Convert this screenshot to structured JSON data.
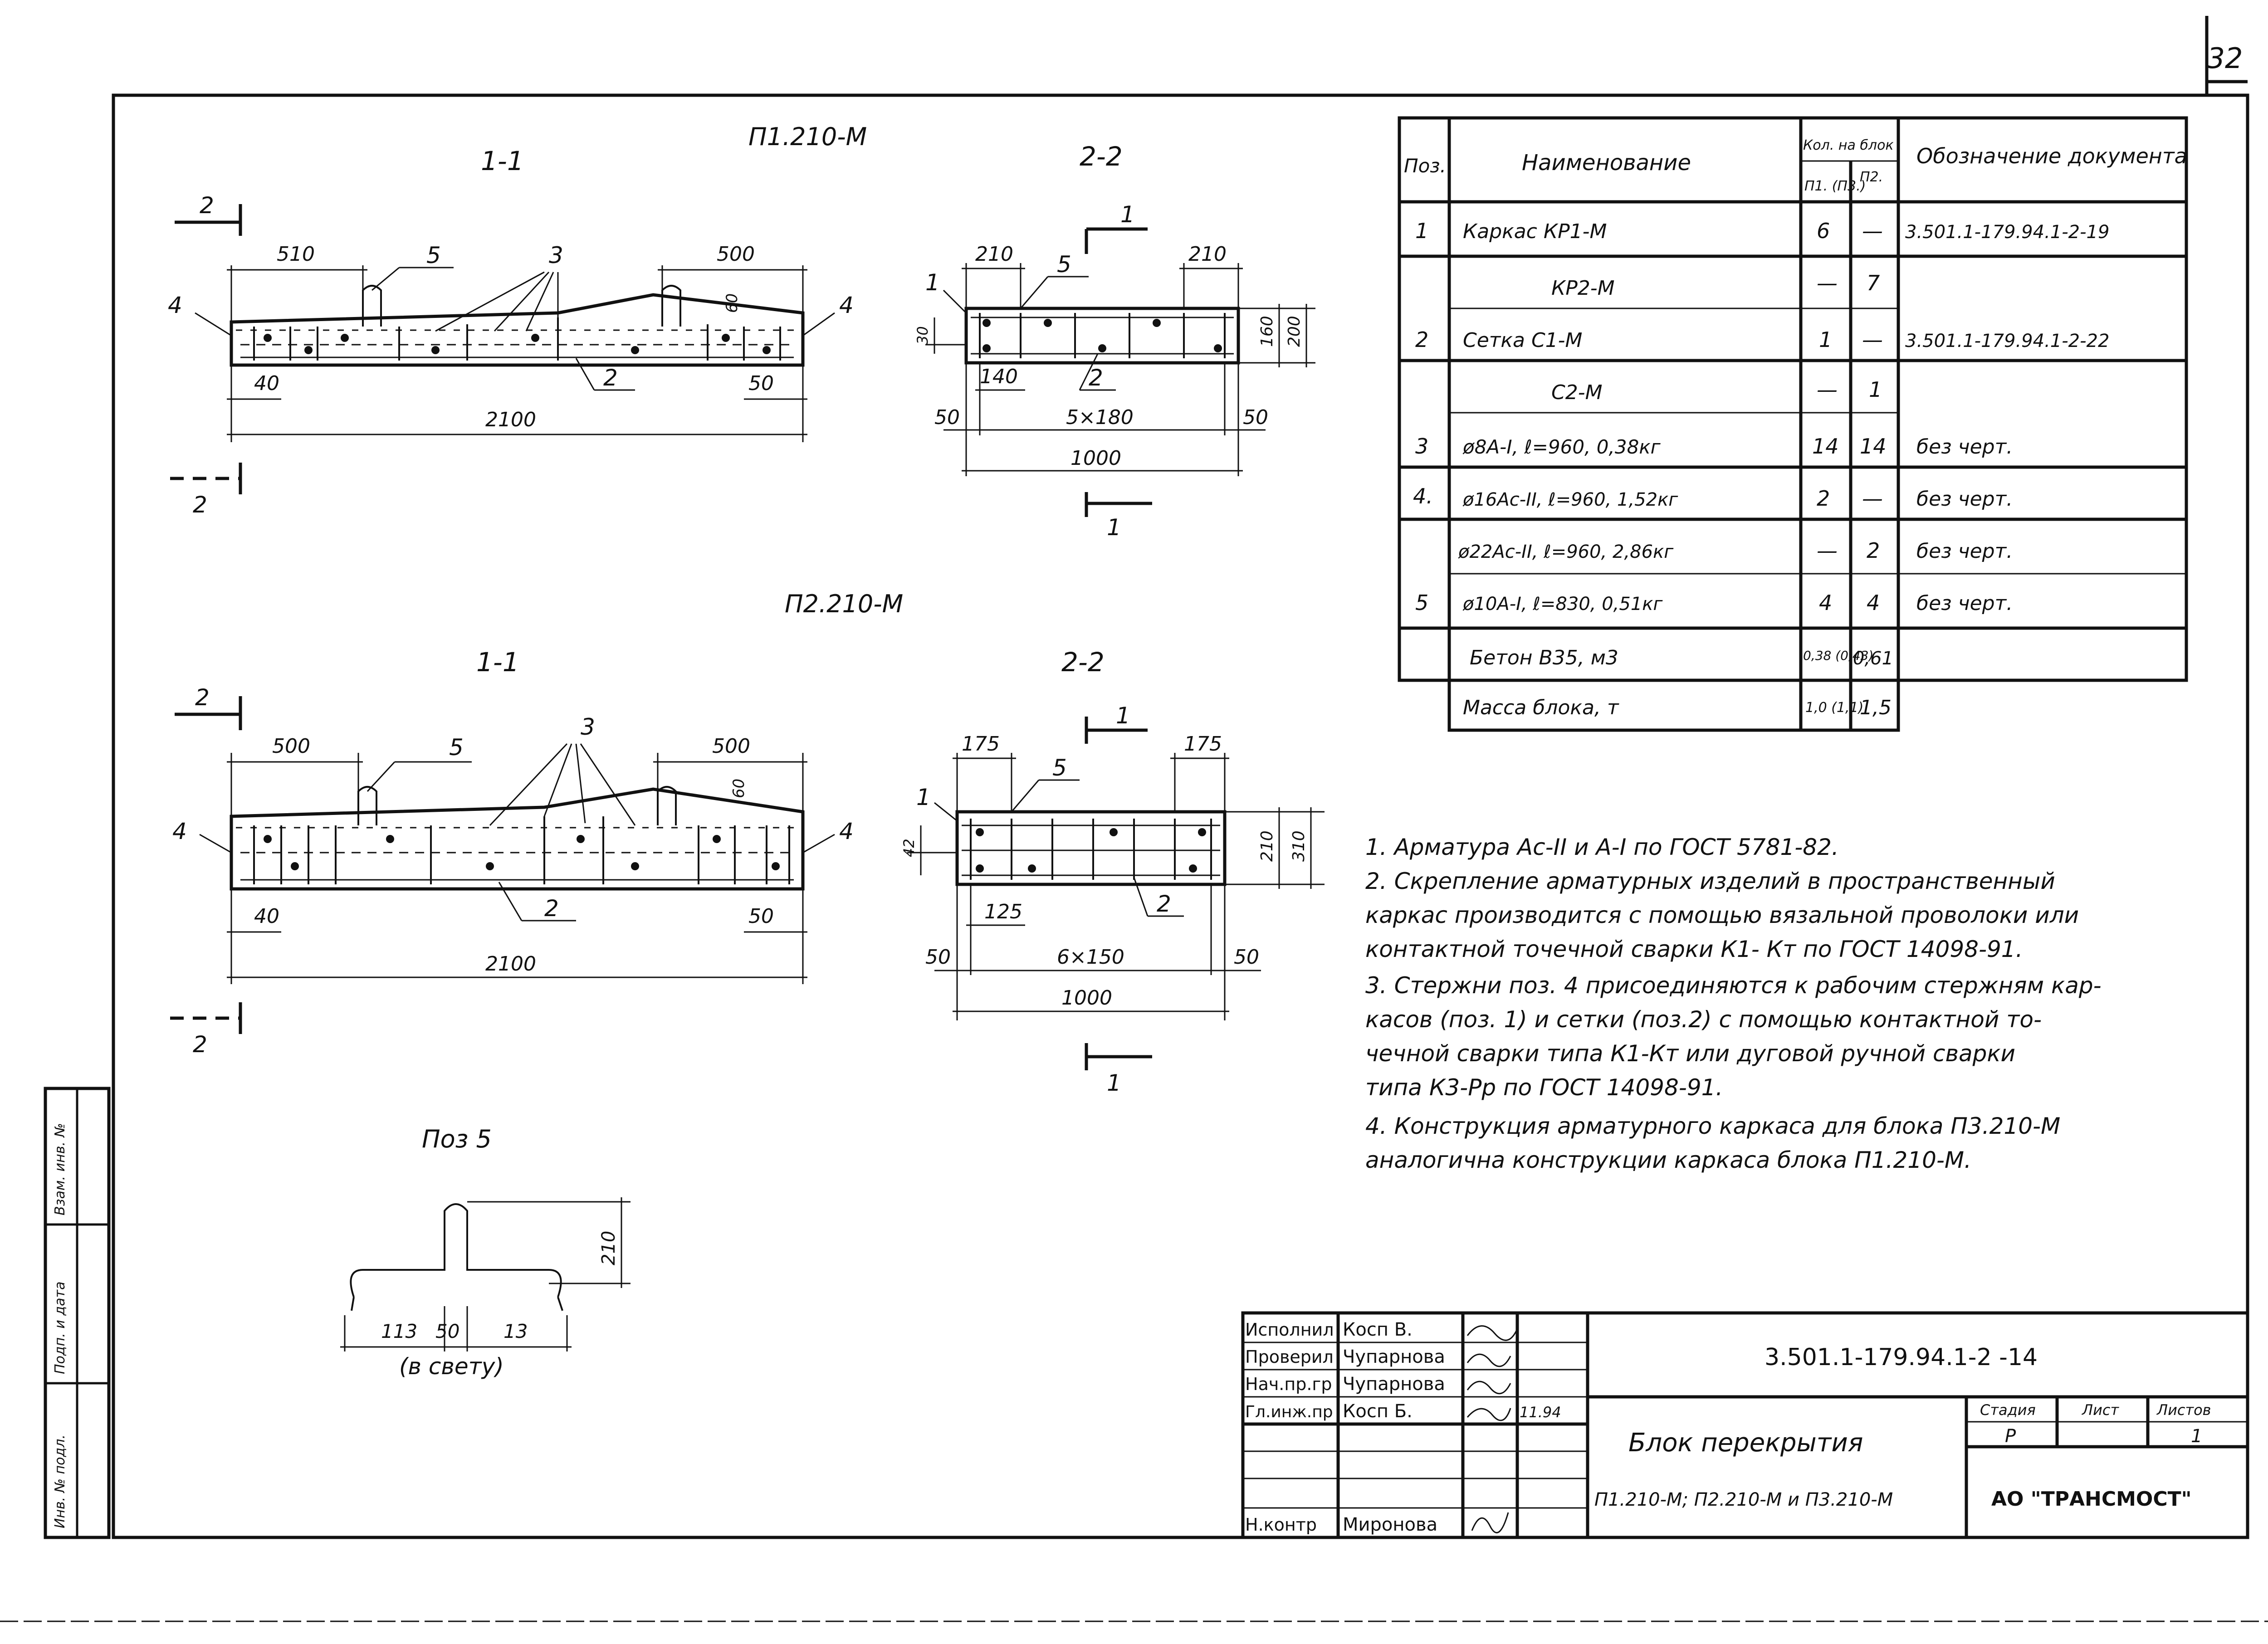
{
  "page_number": "32",
  "drawing_p1": {
    "title": "П1.210-М",
    "section_11": "1-1",
    "section_22": "2-2",
    "cut_label": "2",
    "dims_11": {
      "left_top": "510",
      "right_top": "500",
      "dim_60": "60",
      "left_bottom": "40",
      "right_bottom": "50",
      "total": "2100"
    },
    "callouts_11": {
      "p5": "5",
      "p3": "3",
      "p4": "4",
      "p2": "2"
    },
    "dims_22": {
      "left_top": "210",
      "right_top": "210",
      "height_inner": "160",
      "height_total": "200",
      "cover": "30",
      "first": "140",
      "pitch": "5×180",
      "edge_left": "50",
      "edge_right": "50",
      "width": "1000"
    },
    "callouts_22": {
      "p1": "1",
      "p5": "5",
      "p2": "2"
    },
    "section_mark": "1"
  },
  "drawing_p2": {
    "title": "П2.210-М",
    "section_11": "1-1",
    "section_22": "2-2",
    "cut_label": "2",
    "dims_11": {
      "left_top": "500",
      "right_top": "500",
      "dim_60": "60",
      "left_bottom": "40",
      "right_bottom": "50",
      "total": "2100"
    },
    "callouts_11": {
      "p5": "5",
      "p3": "3",
      "p4": "4",
      "p2": "2"
    },
    "dims_22": {
      "left_top": "175",
      "right_top": "175",
      "height_inner": "210",
      "height_total": "310",
      "cover": "42",
      "first": "125",
      "pitch": "6×150",
      "edge_left": "50",
      "edge_right": "50",
      "width": "1000"
    },
    "callouts_22": {
      "p1": "1",
      "p5": "5",
      "p2": "2"
    },
    "section_mark": "1"
  },
  "poz5": {
    "title": "Поз 5",
    "dim_height": "210",
    "dim_left": "113",
    "dim_mid": "50",
    "dim_right": "13",
    "note": "(в свету)"
  },
  "spec_table": {
    "header": {
      "poz": "Поз.",
      "name": "Наименование",
      "qty": "Кол. на блок",
      "qty_p1": "П1. (П3.)",
      "qty_p2": "П2.",
      "doc": "Обозначение документа"
    },
    "rows": [
      {
        "poz": "1",
        "name": "Каркас   КР1-М",
        "q1": "6",
        "q2": "—",
        "doc": "3.501.1-179.94.1-2-19"
      },
      {
        "poz": "",
        "name": "КР2-М",
        "q1": "—",
        "q2": "7",
        "doc": ""
      },
      {
        "poz": "2",
        "name": "Сетка     С1-М",
        "q1": "1",
        "q2": "—",
        "doc": "3.501.1-179.94.1-2-22"
      },
      {
        "poz": "",
        "name": "С2-М",
        "q1": "—",
        "q2": "1",
        "doc": ""
      },
      {
        "poz": "3",
        "name": "ø8А-I,  ℓ=960,  0,38кг",
        "q1": "14",
        "q2": "14",
        "doc": "без черт."
      },
      {
        "poz": "4.",
        "name": "ø16Ас-II,  ℓ=960,  1,52кг",
        "q1": "2",
        "q2": "—",
        "doc": "без черт."
      },
      {
        "poz": "",
        "name": "ø22Ас-II,  ℓ=960,  2,86кг",
        "q1": "—",
        "q2": "2",
        "doc": "без черт."
      },
      {
        "poz": "5",
        "name": "ø10А-I,  ℓ=830,  0,51кг",
        "q1": "4",
        "q2": "4",
        "doc": "без черт."
      },
      {
        "poz": "",
        "name": "Бетон  В35,    м3",
        "q1": "0,38 (0,43)",
        "q2": "0,61",
        "doc": ""
      },
      {
        "poz": "",
        "name": "Масса блока,    т",
        "q1": "1,0 (1,1)",
        "q2": "1,5",
        "doc": ""
      }
    ]
  },
  "notes": [
    "1. Арматура Ас-II и А-I по ГОСТ 5781-82.",
    "2. Скрепление арматурных изделий в пространственный",
    "каркас производится с помощью вязальной проволоки или",
    "контактной точечной сварки К1- Кт по ГОСТ 14098-91.",
    "3. Стержни поз. 4 присоединяются к рабочим стержням кар-",
    "касов (поз. 1) и сетки (поз.2) с помощью контактной то-",
    "чечной сварки типа К1-Кт или дуговой ручной сварки",
    "типа К3-Рр по ГОСТ 14098-91.",
    "4. Конструкция арматурного каркаса для блока П3.210-М",
    "аналогична конструкции каркаса блока П1.210-М."
  ],
  "title_block": {
    "roles": [
      "Исполнил",
      "Проверил",
      "Нач.пр.гр",
      "Гл.инж.пр",
      "",
      "",
      "Н.контр"
    ],
    "names": [
      "Косп В.",
      "Чупарнова",
      "Чупарнова",
      "Косп Б.",
      "",
      "",
      "Миронова"
    ],
    "date": "11.94",
    "doc_code": "3.501.1-179.94.1-2 -14",
    "title_line1": "Блок   перекрытия",
    "title_line2": "П1.210-М; П2.210-М и П3.210-М",
    "stage_label": "Стадия",
    "sheet_label": "Лист",
    "sheets_label": "Листов",
    "stage": "Р",
    "sheets": "1",
    "org": "АО \"ТРАНСМОСТ\""
  },
  "side_stamp": [
    "Инв. № подл.",
    "Подп. и дата",
    "Взам. инв. №"
  ]
}
